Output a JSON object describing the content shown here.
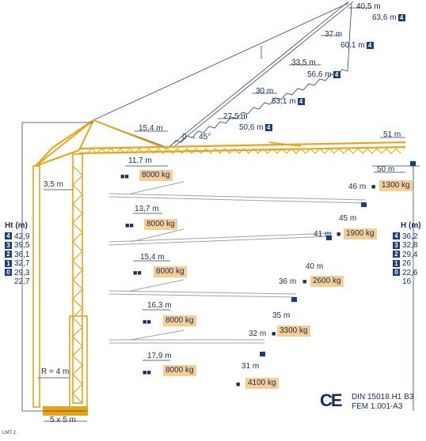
{
  "luffing_jib": [
    {
      "radius": "40,5 m",
      "height": "63,6 m",
      "mode": "4"
    },
    {
      "radius": "37 m",
      "height": "60,1 m",
      "mode": "4"
    },
    {
      "radius": "33,5 m",
      "height": "56,6 m",
      "mode": "4"
    },
    {
      "radius": "30 m",
      "height": "53,1 m",
      "mode": "4"
    },
    {
      "radius": "27,5 m",
      "height": "50,6 m",
      "mode": "4"
    }
  ],
  "angle_label": "0 → 45°",
  "jib_offset": "15,4 m",
  "main_jib_length": "51 m",
  "configs": [
    {
      "length": "11,7 m",
      "load": "8000 kg",
      "tip_radius": "50 m",
      "tip_load": "1300 kg"
    },
    {
      "length": "13,7 m",
      "load": "8000 kg",
      "tip_radius": "46 m",
      "tip_load": "1900 kg"
    },
    {
      "length": "15,4 m",
      "load": "8000 kg",
      "tip_radius": "41 m",
      "tip_load": "2600 kg"
    },
    {
      "length": "16,3 m",
      "load": "8000 kg",
      "tip_radius": "36 m",
      "tip_load": "3300 kg"
    },
    {
      "length": "17,9 m",
      "load": "8000 kg",
      "tip_radius": "32 m",
      "tip_load": "4100 kg"
    }
  ],
  "extra_radii": [
    "45 m",
    "40 m",
    "35 m",
    "31 m"
  ],
  "min_radius": "3,5 m",
  "base_radius": "R = 4 m",
  "base_size": "5 x 5 m",
  "ht_title": "Ht (m)",
  "ht_rows": [
    {
      "mode": "4",
      "value": "42,9"
    },
    {
      "mode": "3",
      "value": "39,5"
    },
    {
      "mode": "2",
      "value": "36,1"
    },
    {
      "mode": "1",
      "value": "32,7"
    },
    {
      "mode": "0",
      "value": "29,3"
    },
    {
      "mode": "",
      "value": "22,7"
    }
  ],
  "h_title": "H (m)",
  "h_rows": [
    {
      "mode": "4",
      "value": "36,2"
    },
    {
      "mode": "3",
      "value": "32,8"
    },
    {
      "mode": "2",
      "value": "29,4"
    },
    {
      "mode": "1",
      "value": "26"
    },
    {
      "mode": "0",
      "value": "22,6"
    },
    {
      "mode": "",
      "value": "16"
    }
  ],
  "ce_mark": "CE",
  "standards": [
    "DIN 15018.H1 B3",
    "FEM 1.001-A3"
  ],
  "footer_code": "LMT 2",
  "colors": {
    "structure": "#e8a413",
    "ink": "#1a2c5e",
    "load_bg": "#f6cd92",
    "badge": "#1a3d7c",
    "line": "#2d3f72"
  }
}
